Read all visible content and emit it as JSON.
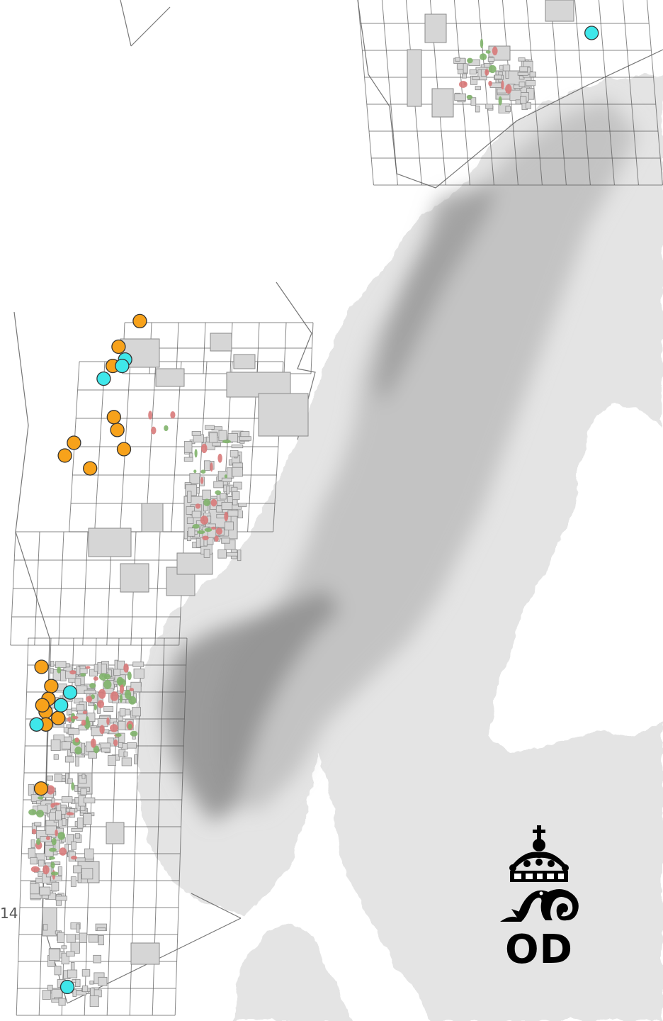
{
  "colors": {
    "sea": "#ffffff",
    "land": "#e4e4e4",
    "highlands": "#bdbdbd",
    "mountains": "#8e8e8e",
    "grid_line": "#555555",
    "licence_fill": "#d6d6d6",
    "licence_stroke": "#8a8a8a",
    "field_green": "#7fb36a",
    "field_red": "#d87a7a",
    "marker_orange": "#f7a21b",
    "marker_cyan": "#3fe7ea",
    "marker_stroke": "#333333",
    "logo": "#000000"
  },
  "icons": [
    "od-logo-icon",
    "crown-icon",
    "sea-serpent-icon"
  ],
  "stray_label": "14",
  "logo": {
    "text": "OD"
  },
  "markers": {
    "orange": [
      {
        "lon": 5.2,
        "lat": 64.9
      },
      {
        "lon": 5.0,
        "lat": 65.2
      },
      {
        "lon": 4.9,
        "lat": 65.4
      },
      {
        "lon": 4.9,
        "lat": 66.2
      },
      {
        "lon": 5.1,
        "lat": 66.5
      },
      {
        "lon": 5.8,
        "lat": 66.9
      },
      {
        "lon": 4.1,
        "lat": 64.6
      },
      {
        "lon": 3.3,
        "lat": 64.8
      },
      {
        "lon": 3.6,
        "lat": 65.0
      },
      {
        "lon": 2.4,
        "lat": 61.5
      },
      {
        "lon": 2.7,
        "lat": 61.2
      },
      {
        "lon": 2.6,
        "lat": 61.0
      },
      {
        "lon": 2.5,
        "lat": 60.8
      },
      {
        "lon": 2.5,
        "lat": 60.6
      },
      {
        "lon": 2.3,
        "lat": 59.6
      },
      {
        "lon": 2.4,
        "lat": 60.9
      },
      {
        "lon": 2.9,
        "lat": 60.7
      }
    ],
    "cyan": [
      {
        "lon": 20.5,
        "lat": 71.4
      },
      {
        "lon": 5.3,
        "lat": 66.3
      },
      {
        "lon": 5.2,
        "lat": 66.2
      },
      {
        "lon": 4.6,
        "lat": 66.0
      },
      {
        "lon": 3.3,
        "lat": 61.1
      },
      {
        "lon": 3.0,
        "lat": 60.9
      },
      {
        "lon": 2.2,
        "lat": 60.6
      },
      {
        "lon": 3.0,
        "lat": 56.5
      }
    ]
  }
}
